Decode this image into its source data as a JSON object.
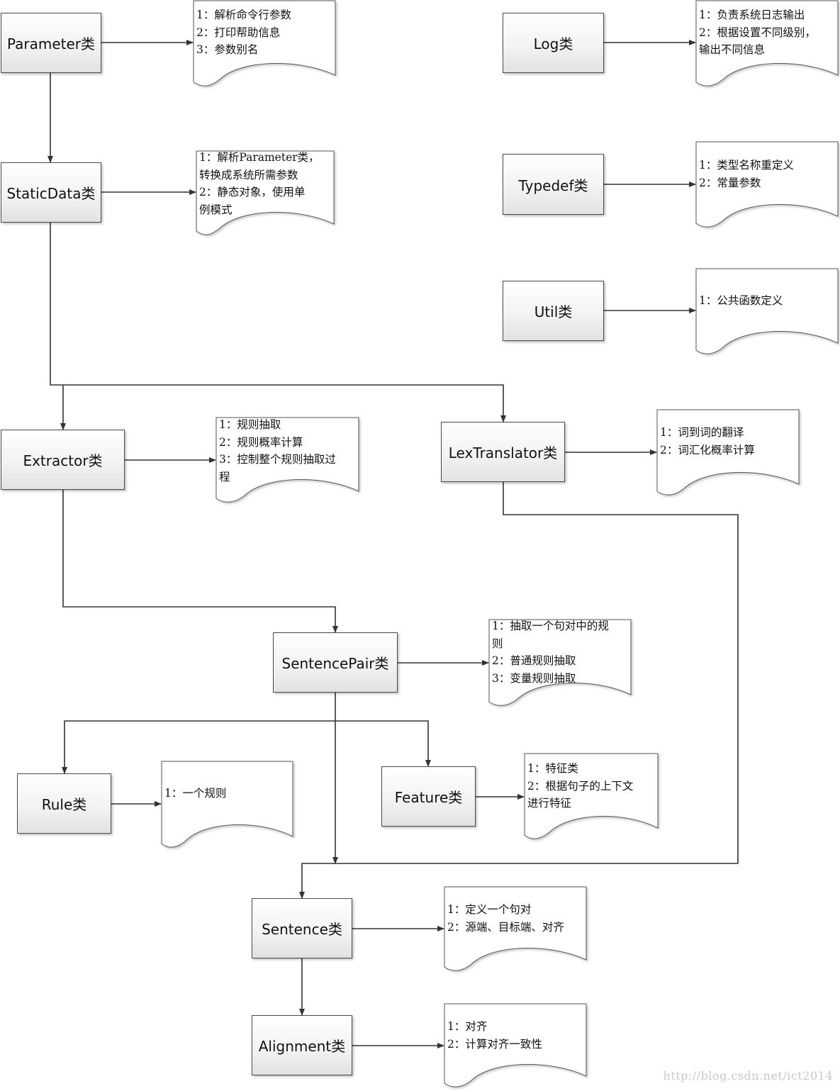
{
  "classes": [
    {
      "id": "parameter",
      "label": "Parameter类"
    },
    {
      "id": "staticdata",
      "label": "StaticData类"
    },
    {
      "id": "extractor",
      "label": "Extractor类"
    },
    {
      "id": "lextranslator",
      "label": "LexTranslator类"
    },
    {
      "id": "sentencepair",
      "label": "SentencePair类"
    },
    {
      "id": "rule",
      "label": "Rule类"
    },
    {
      "id": "feature",
      "label": "Feature类"
    },
    {
      "id": "sentence",
      "label": "Sentence类"
    },
    {
      "id": "alignment",
      "label": "Alignment类"
    },
    {
      "id": "log",
      "label": "Log类"
    },
    {
      "id": "typedef",
      "label": "Typedef类"
    },
    {
      "id": "util",
      "label": "Util类"
    }
  ],
  "notes": [
    {
      "id": "parameter",
      "lines": [
        "1：解析命令行参数",
        "2：打印帮助信息",
        "3：参数别名"
      ]
    },
    {
      "id": "staticdata",
      "lines": [
        "1：解析Parameter类，",
        "转换成系统所需参数",
        "2：静态对象，使用单",
        "例模式"
      ]
    },
    {
      "id": "extractor",
      "lines": [
        "1：规则抽取",
        "2：规则概率计算",
        "3：控制整个规则抽取过",
        "程"
      ]
    },
    {
      "id": "lextranslator",
      "lines": [
        "1：词到词的翻译",
        "2：词汇化概率计算"
      ]
    },
    {
      "id": "sentencepair",
      "lines": [
        "1：抽取一个句对中的规",
        "则",
        "2：普通规则抽取",
        "3：变量规则抽取"
      ]
    },
    {
      "id": "rule",
      "lines": [
        "1：一个规则"
      ]
    },
    {
      "id": "feature",
      "lines": [
        "1：特征类",
        "2：根据句子的上下文",
        "进行特征"
      ]
    },
    {
      "id": "sentence",
      "lines": [
        "1：定义一个句对",
        "2：源端、目标端、对齐"
      ]
    },
    {
      "id": "alignment",
      "lines": [
        "1：对齐",
        "2：计算对齐一致性"
      ]
    },
    {
      "id": "log",
      "lines": [
        "1：负责系统日志输出",
        "2：根据设置不同级别，",
        "输出不同信息"
      ]
    },
    {
      "id": "typedef",
      "lines": [
        "1：类型名称重定义",
        "2：常量参数"
      ]
    },
    {
      "id": "util",
      "lines": [
        "1：公共函数定义"
      ]
    }
  ],
  "watermark": "http://blog.csdn.net/ict2014",
  "colors": {
    "line": "#333333",
    "border": "#4a4a4a"
  }
}
